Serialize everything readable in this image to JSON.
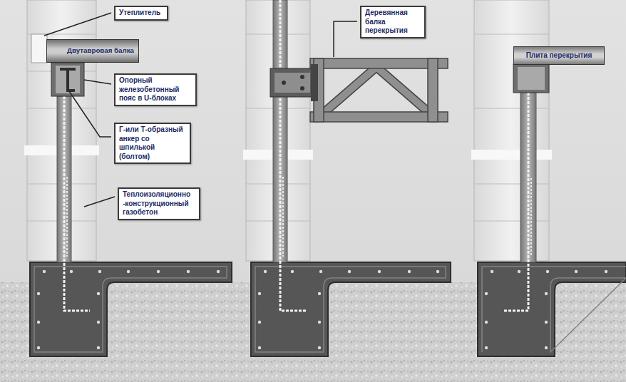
{
  "diagram": {
    "nodes": [
      {
        "text": [
          "Утеплитель"
        ]
      },
      {
        "text": [
          "Двутавровая балка"
        ]
      },
      {
        "text": [
          "Опорный железобетонный пояс в U-блоках"
        ]
      },
      {
        "text": [
          "Г-или Т-образный анкер со шпилькой (болтом)"
        ]
      },
      {
        "text": [
          "Теплоизоляционно -конструкционный газобетон"
        ]
      },
      {
        "text": [
          "Деревянная балка перекрытия"
        ]
      },
      {
        "text": [
          "Плита перекрытия"
        ]
      }
    ]
  }
}
